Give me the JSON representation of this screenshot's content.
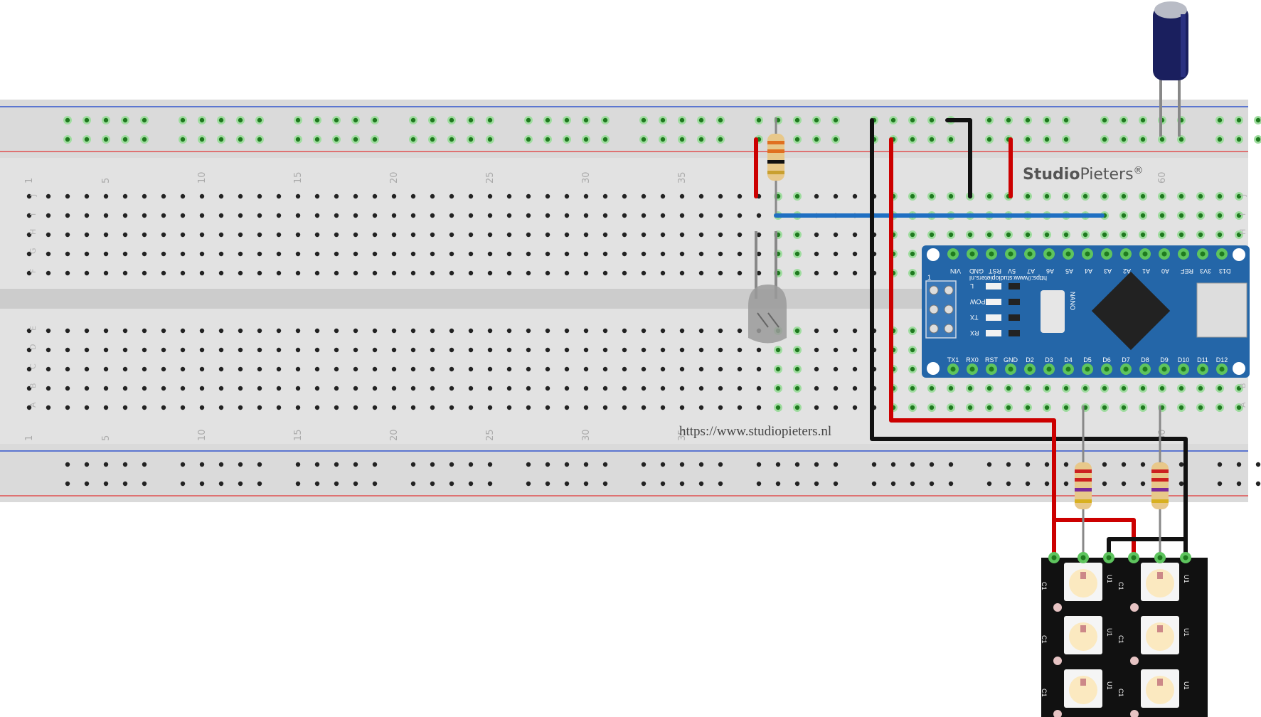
{
  "breadboard": {
    "brand_bold": "Studio",
    "brand_light": "Pieters",
    "brand_mark": "®",
    "url": "https://www.studiopieters.nl",
    "column_numbers": [
      "1",
      "5",
      "10",
      "15",
      "20",
      "25",
      "30",
      "35",
      "60"
    ],
    "row_letters_top": [
      "J",
      "I",
      "H",
      "G",
      "F"
    ],
    "row_letters_bottom": [
      "E",
      "D",
      "C",
      "B",
      "A"
    ]
  },
  "arduino": {
    "model_label": "NANO",
    "url_label": "https://www.studiopieters.nl",
    "header_marker": "1",
    "top_pins": [
      "VIN",
      "GND",
      "RST",
      "5V",
      "A7",
      "A6",
      "A5",
      "A4",
      "A3",
      "A2",
      "A1",
      "A0",
      "REF",
      "3V3",
      "D13"
    ],
    "bottom_pins": [
      "TX1",
      "RX0",
      "RST",
      "GND",
      "D2",
      "D3",
      "D4",
      "D5",
      "D6",
      "D7",
      "D8",
      "D9",
      "D10",
      "D11",
      "D12"
    ],
    "leds": [
      "L",
      "POW",
      "TX",
      "RX"
    ]
  },
  "led_matrix": {
    "led_label": "U1",
    "cap_label": "C1"
  },
  "colors": {
    "wire_red": "#cc0000",
    "wire_black": "#111111",
    "wire_blue": "#1f6fc2",
    "arduino_blue": "#2466a8",
    "hole_active": "#44bb44",
    "rail_red": "#e05050",
    "rail_blue": "#3355cc"
  }
}
